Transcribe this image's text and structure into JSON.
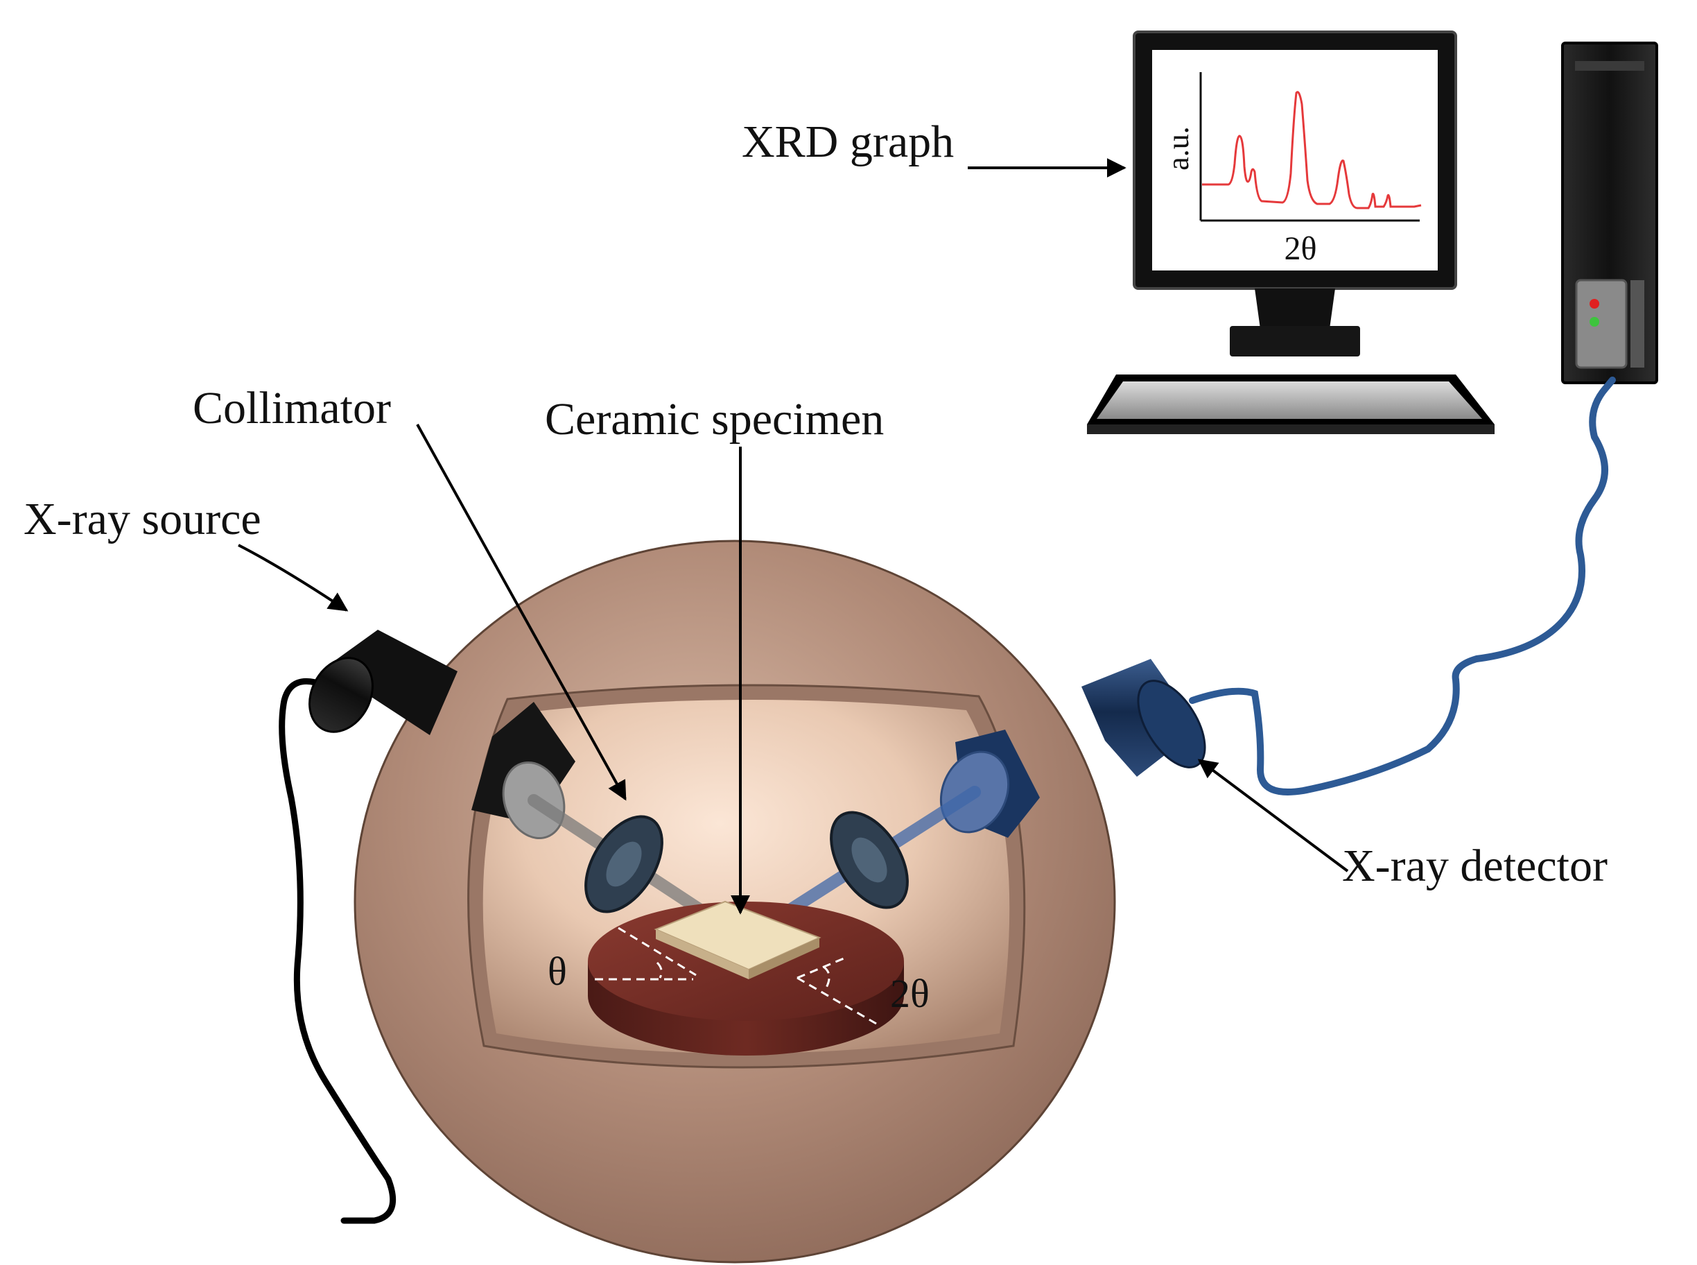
{
  "labels": {
    "xrd_graph": "XRD graph",
    "collimator": "Collimator",
    "ceramic_specimen": "Ceramic specimen",
    "xray_source": "X-ray source",
    "xray_detector": "X-ray detector",
    "theta": "θ",
    "two_theta": "2θ"
  },
  "monitor_plot": {
    "y_axis_label": "a.u.",
    "x_axis_label": "2θ"
  },
  "colors": {
    "chamber": "#b08a77",
    "sample_stage": "#6e2a22",
    "specimen": "#efe0bc",
    "detector": "#1f3a63",
    "source": "#151515",
    "cable_blue": "#2d5a95",
    "plot_line": "#e5393b"
  }
}
